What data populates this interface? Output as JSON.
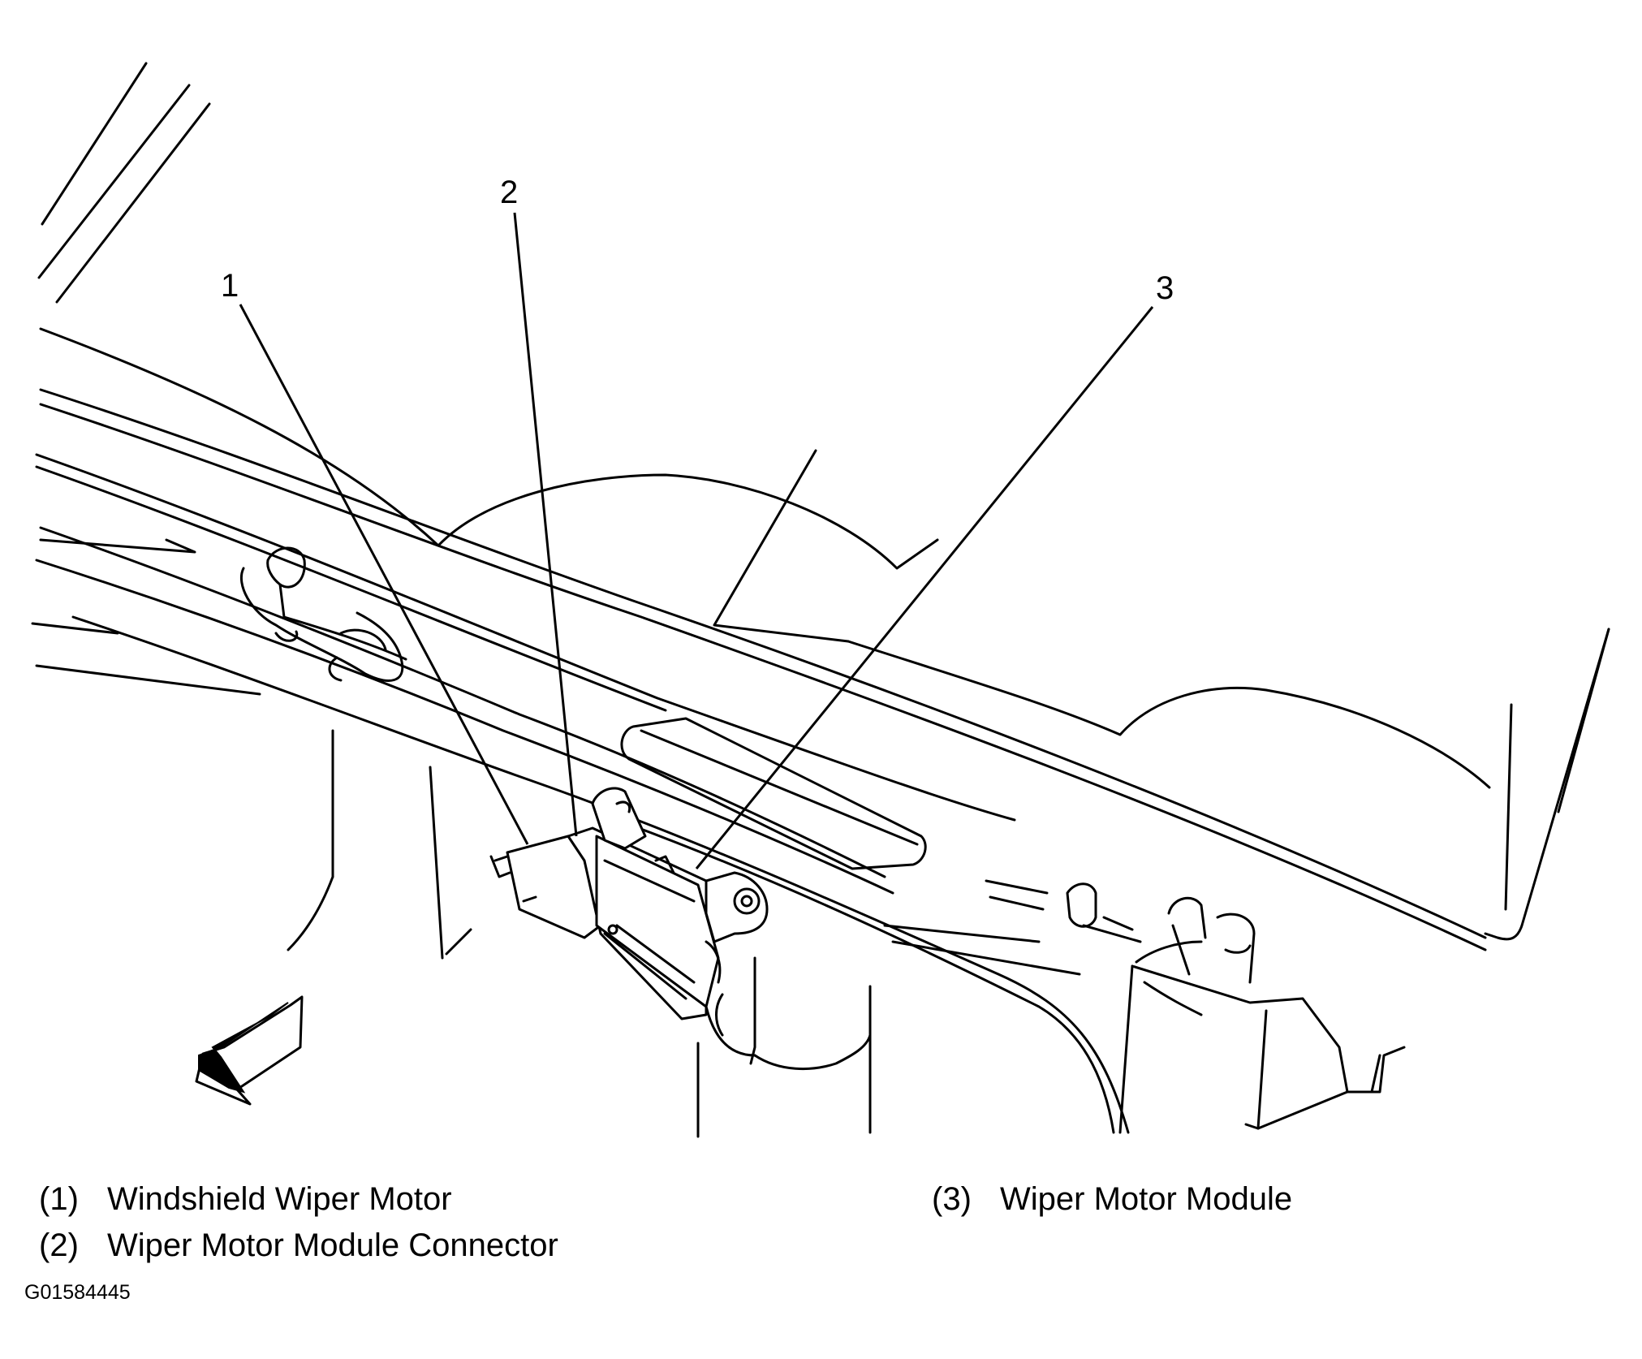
{
  "callouts": [
    {
      "id": 1,
      "number": "1",
      "label": "Windshield Wiper Motor"
    },
    {
      "id": 2,
      "number": "2",
      "label": "Wiper Motor Module Connector"
    },
    {
      "id": 3,
      "number": "3",
      "label": "Wiper Motor Module"
    }
  ],
  "legend": {
    "item1": {
      "num": "(1)",
      "label": "Windshield Wiper Motor"
    },
    "item2": {
      "num": "(2)",
      "label": "Wiper Motor Module Connector"
    },
    "item3": {
      "num": "(3)",
      "label": "Wiper Motor Module"
    }
  },
  "figure_id": "G01584445",
  "icons": {
    "direction_arrow": "front-direction-arrow-icon"
  }
}
